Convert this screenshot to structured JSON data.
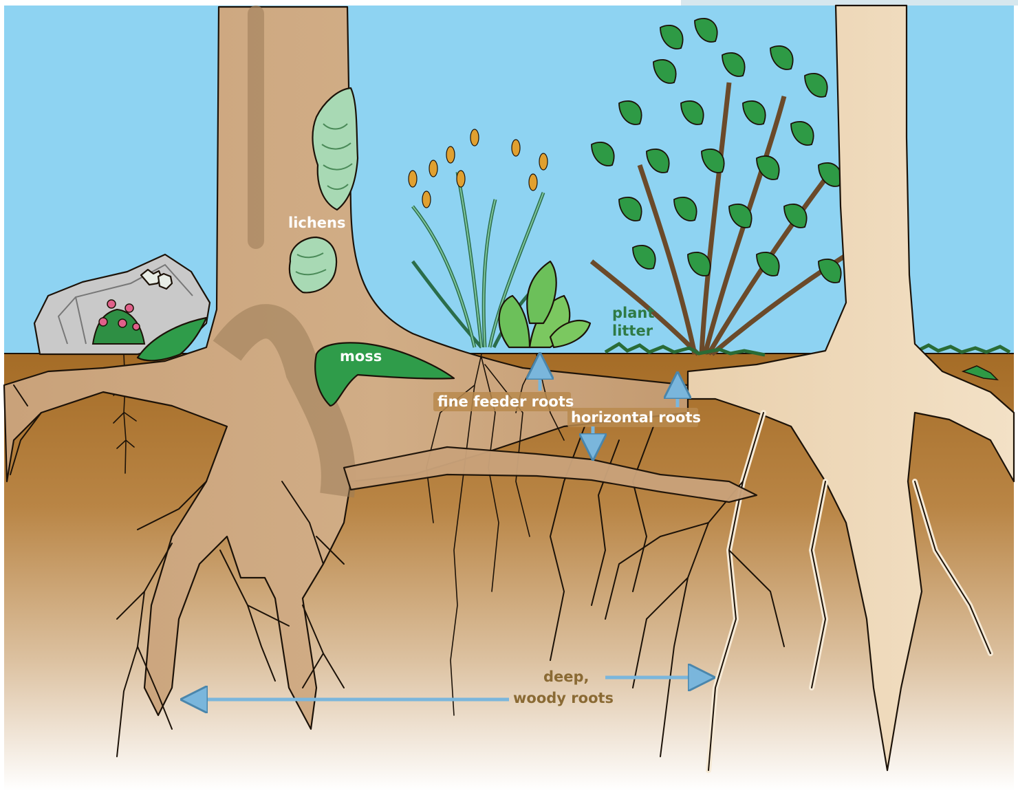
{
  "labels": {
    "lichens": "lichens",
    "moss": "moss",
    "plant_litter_line1": "plant",
    "plant_litter_line2": "litter",
    "fine_feeder_roots": "fine feeder roots",
    "horizontal_roots": "horizontal roots",
    "deep_woody_line1": "deep,",
    "deep_woody_line2": "woody roots"
  },
  "colors": {
    "sky": "#8ed3f2",
    "soil_top": "#a8702a",
    "soil_bottom": "#ffffff",
    "trunk": "#c9a27a",
    "trunk_light": "#ead2b0",
    "leaf_green": "#2e9a45",
    "moss_green": "#2f9c4a",
    "rock_gray": "#c8c8c8",
    "arrow_blue": "#7ab6dc"
  }
}
